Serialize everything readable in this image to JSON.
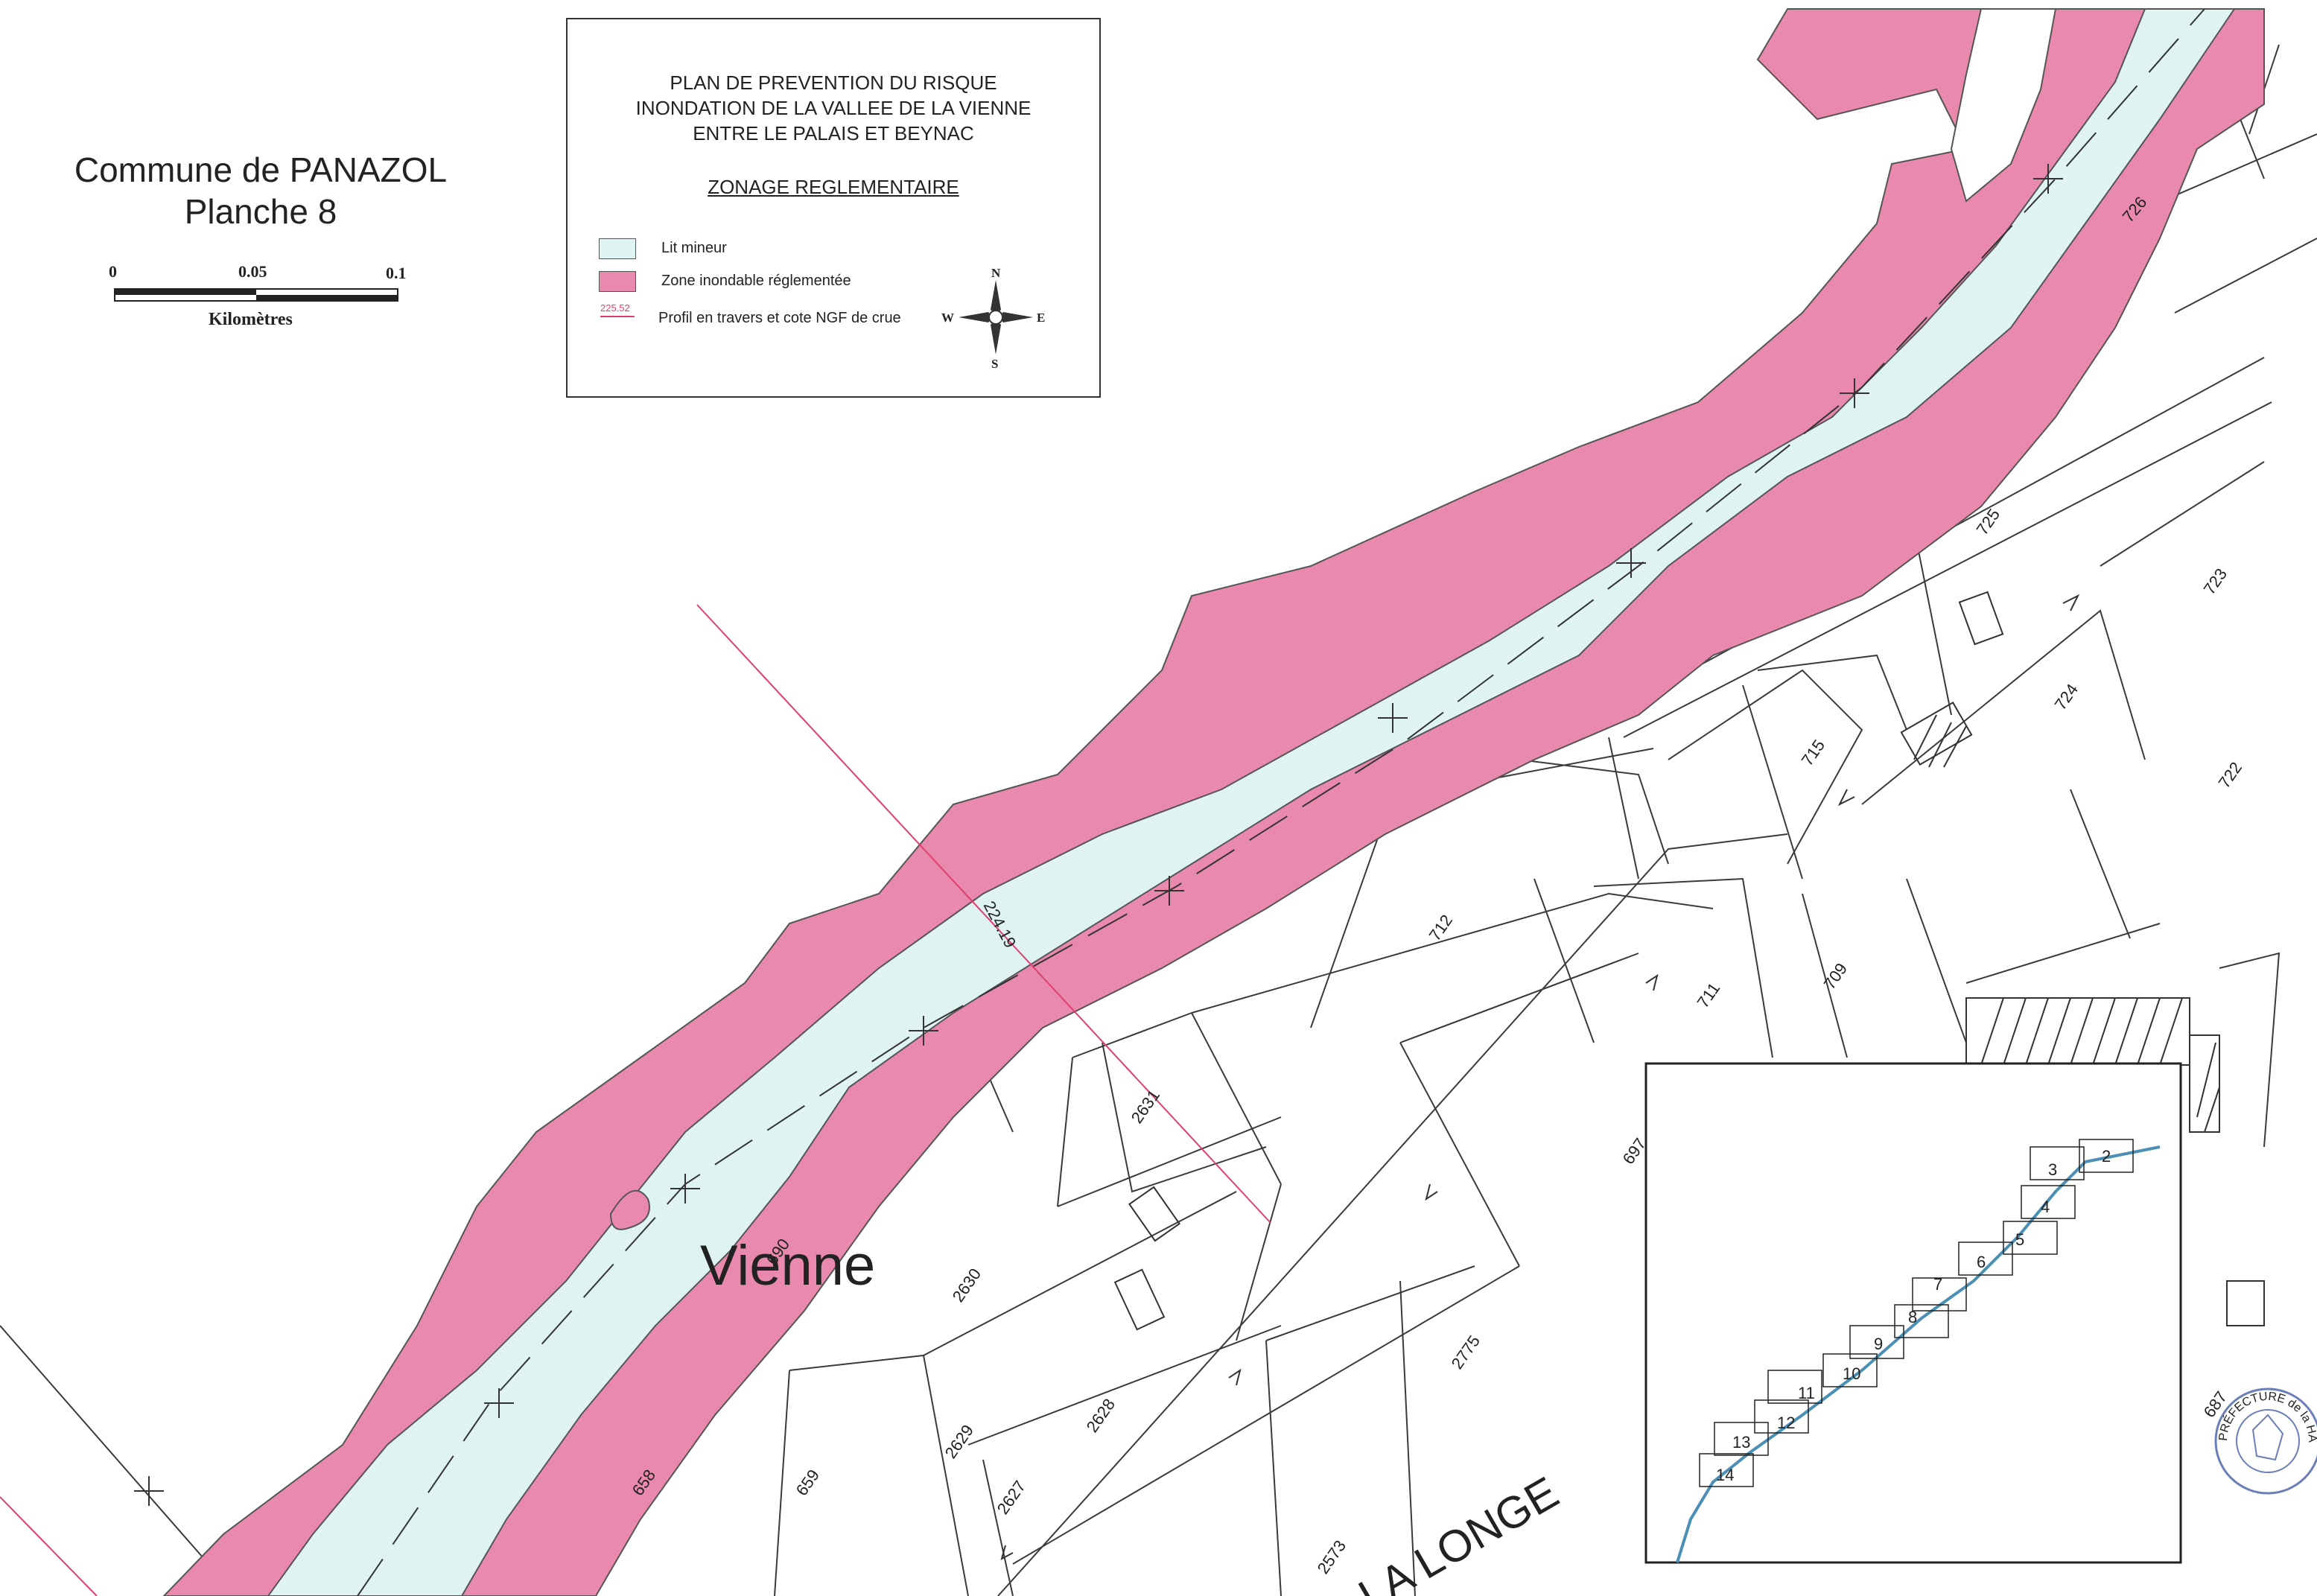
{
  "header": {
    "commune": "Commune de PANAZOL",
    "planche": "Planche 8"
  },
  "scale_bar": {
    "tick_0": "0",
    "tick_1": "0.05",
    "tick_2": "0.1",
    "unit": "Kilomètres"
  },
  "legend": {
    "title_line1": "PLAN DE PREVENTION DU RISQUE",
    "title_line2": "INONDATION DE LA VALLEE DE LA VIENNE",
    "title_line3": "ENTRE LE PALAIS ET BEYNAC",
    "subtitle": "ZONAGE REGLEMENTAIRE",
    "items": [
      {
        "label": "Lit mineur",
        "color": "#dff3f2"
      },
      {
        "label": "Zone inondable réglementée",
        "color": "#e889ad"
      },
      {
        "label": "Profil en travers et cote NGF de crue",
        "sample_value": "225.52",
        "color": "#e0406e"
      }
    ],
    "compass": {
      "n": "N",
      "s": "S",
      "e": "E",
      "w": "W"
    }
  },
  "colors": {
    "river": "#dff3f2",
    "flood_zone": "#e889ad",
    "profile_line": "#e0406e",
    "line": "#333333"
  },
  "map": {
    "river_name": "Vienne",
    "place_name": "LA LONGE",
    "profile_value": "224.19",
    "parcels": [
      "726",
      "725",
      "723",
      "724",
      "715",
      "722",
      "712",
      "711",
      "709",
      "2631",
      "697",
      "2630",
      "2775",
      "2629",
      "2628",
      "2627",
      "659",
      "658",
      "2573",
      "687",
      "690"
    ]
  },
  "inset": {
    "sheets": [
      "2",
      "3",
      "4",
      "5",
      "6",
      "7",
      "8",
      "9",
      "10",
      "11",
      "12",
      "13",
      "14"
    ]
  },
  "stamp": {
    "text": "PRÉFECTURE de la HAUTE-VIENNE"
  }
}
